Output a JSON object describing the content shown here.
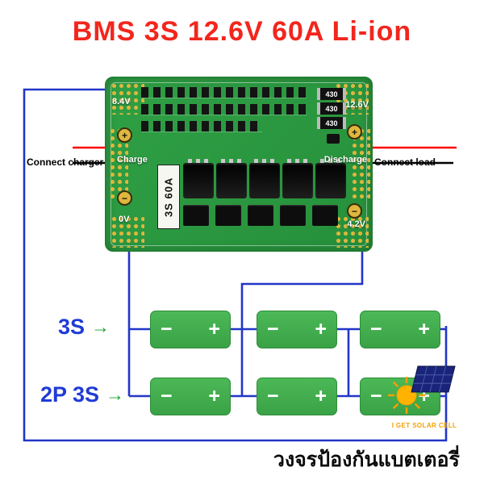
{
  "title": "BMS 3S 12.6V 60A Li-ion",
  "board": {
    "top_left_voltage": "8.4V",
    "top_right_voltage": "12.6V",
    "charge_label": "Charge",
    "discharge_label": "Discharge",
    "bottom_left_voltage": "0V",
    "bottom_right_voltage": "4.2V",
    "model_label": "3S 60A",
    "resistor_value": "430",
    "plus_symbol": "+",
    "minus_symbol": "−"
  },
  "wiring": {
    "charger_label": "Connect charger",
    "load_label": "Connect load"
  },
  "pack": {
    "row1_label": "3S",
    "row2_label": "2P 3S",
    "arrow": "→",
    "battery_minus": "−",
    "battery_plus": "+"
  },
  "logo_text": "I GET SOLAR CELL",
  "caption": "วงจรป้องกันแบตเตอรี่",
  "colors": {
    "title_red": "#f2261d",
    "wire_blue": "#2236c8",
    "wire_red": "#ff0000",
    "wire_black": "#000000",
    "board_green": "#2fa045",
    "battery_green": "#43b04f",
    "label_blue": "#1f3bd6",
    "arrow_green": "#12a32a",
    "pad_gold": "#dfb63e"
  }
}
